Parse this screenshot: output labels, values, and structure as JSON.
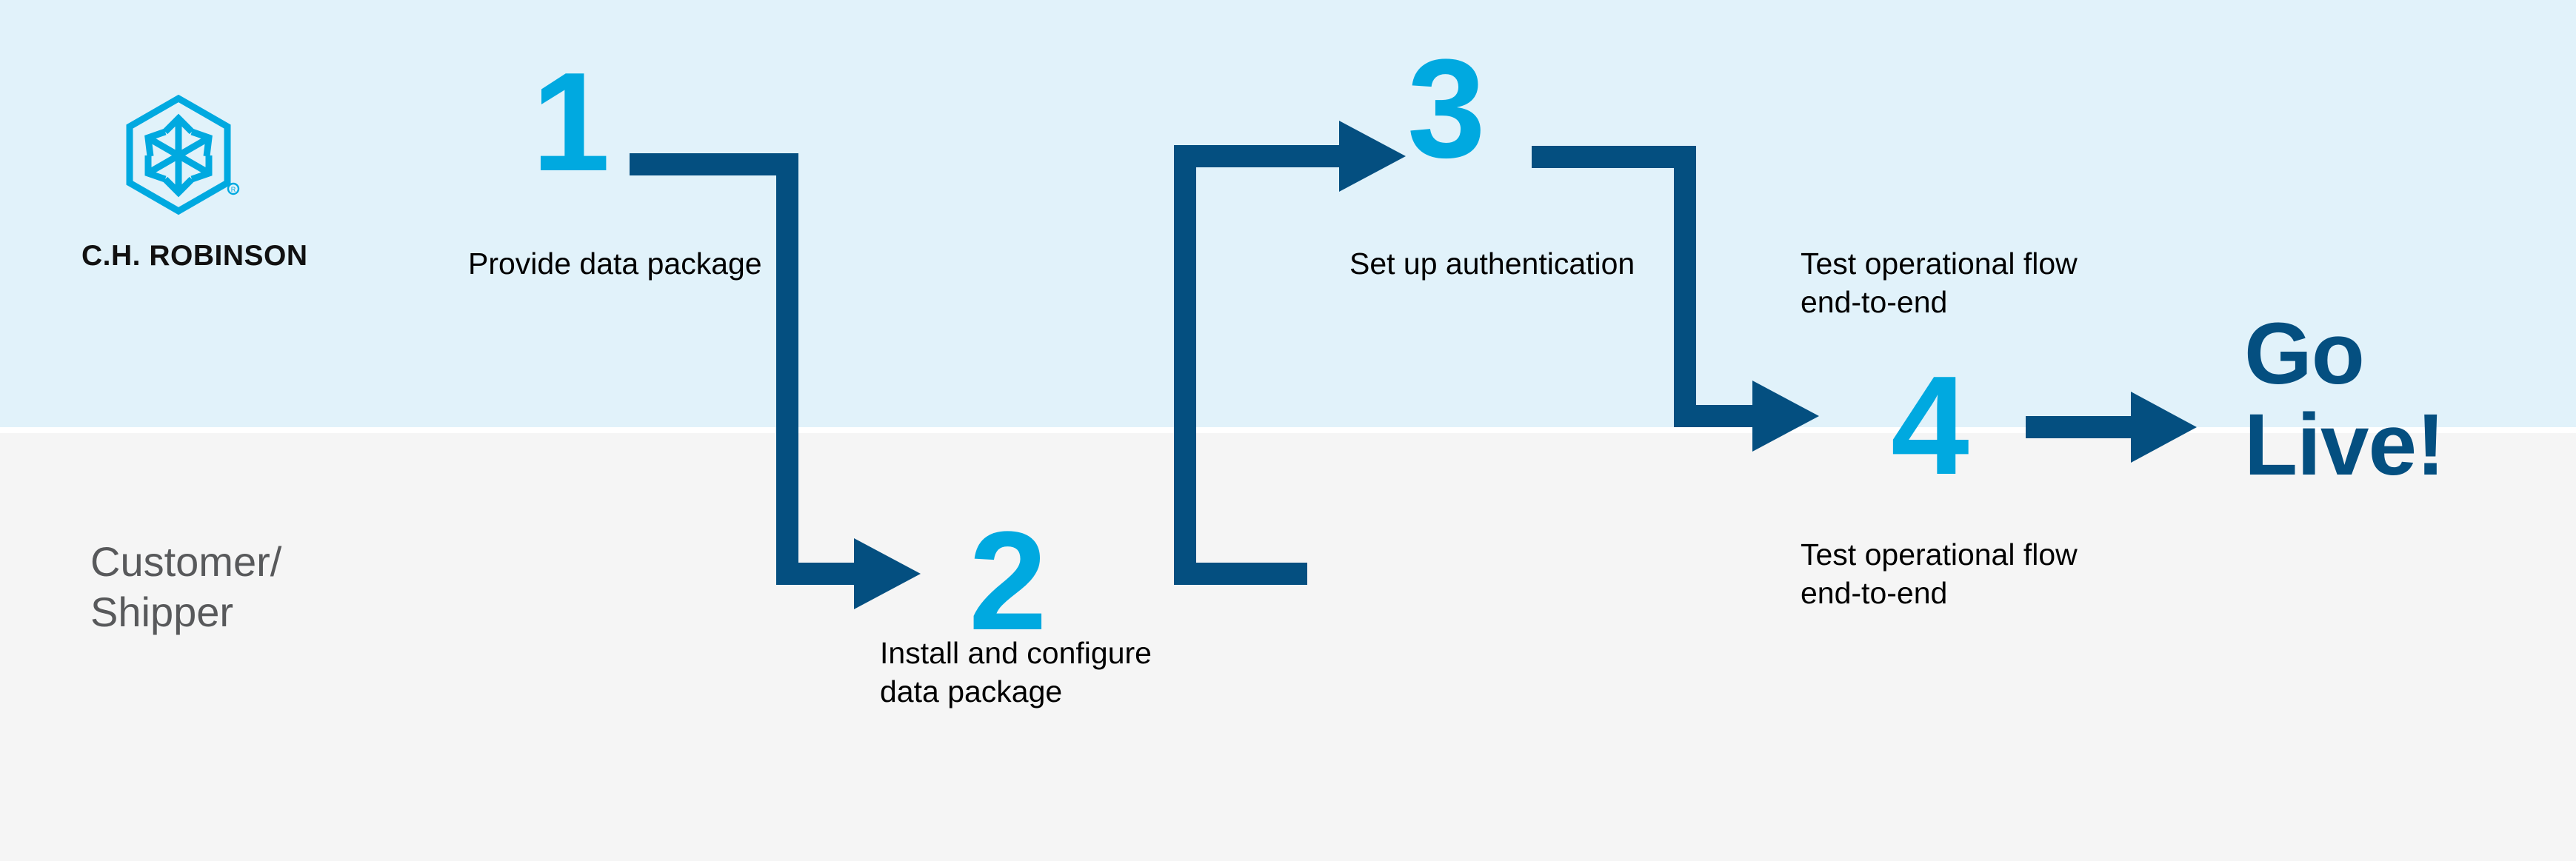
{
  "brand": {
    "name": "C.H. ROBINSON",
    "logo_icon": "hexagon-cube-arrows-icon",
    "registered_mark": "®",
    "logo_color": "#00a9e0"
  },
  "colors": {
    "band_top": "#e1f2fa",
    "band_bottom": "#f5f5f5",
    "accent_cyan": "#00a9e0",
    "arrow_navy": "#044f80",
    "caption_text": "#000000",
    "lane_label_text": "#58595b"
  },
  "lanes": [
    {
      "id": "top-lane",
      "label": ""
    },
    {
      "id": "bottom-lane",
      "label": "Customer/\nShipper"
    }
  ],
  "lane_label": "Customer/ Shipper",
  "lane_label_line1": "Customer/",
  "lane_label_line2": "Shipper",
  "steps": [
    {
      "number": "1",
      "caption": "Provide data package",
      "lane": "top"
    },
    {
      "number": "2",
      "caption": "Install and configure data package",
      "lane": "bottom"
    },
    {
      "number": "3",
      "caption": "Set up authentication",
      "lane": "top"
    },
    {
      "number": "",
      "caption": "Test operational flow end-to-end",
      "lane": "top"
    },
    {
      "number": "4",
      "caption": "Test operational flow end-to-end",
      "lane": "bottom"
    }
  ],
  "captions": {
    "step1": "Provide data package",
    "step2": "Install and configure data package",
    "step3": "Set up authentication",
    "step_top_test": "Test operational flow end-to-end",
    "step4": "Test operational flow end-to-end"
  },
  "numbers": {
    "one": "1",
    "two": "2",
    "three": "3",
    "four": "4"
  },
  "outcome": {
    "label": "Go Live!",
    "line1": "Go",
    "line2": "Live!",
    "color": "#044f80"
  },
  "connectors": [
    {
      "from": "1",
      "to": "2",
      "shape": "right-then-down-then-right",
      "arrowhead": true
    },
    {
      "from": "2",
      "to": "3",
      "shape": "right-then-up-then-right",
      "arrowhead": true
    },
    {
      "from": "3",
      "to": "4",
      "shape": "right-then-down-then-right",
      "arrowhead": true
    },
    {
      "from": "4",
      "to": "Go Live!",
      "shape": "right",
      "arrowhead": true
    }
  ]
}
